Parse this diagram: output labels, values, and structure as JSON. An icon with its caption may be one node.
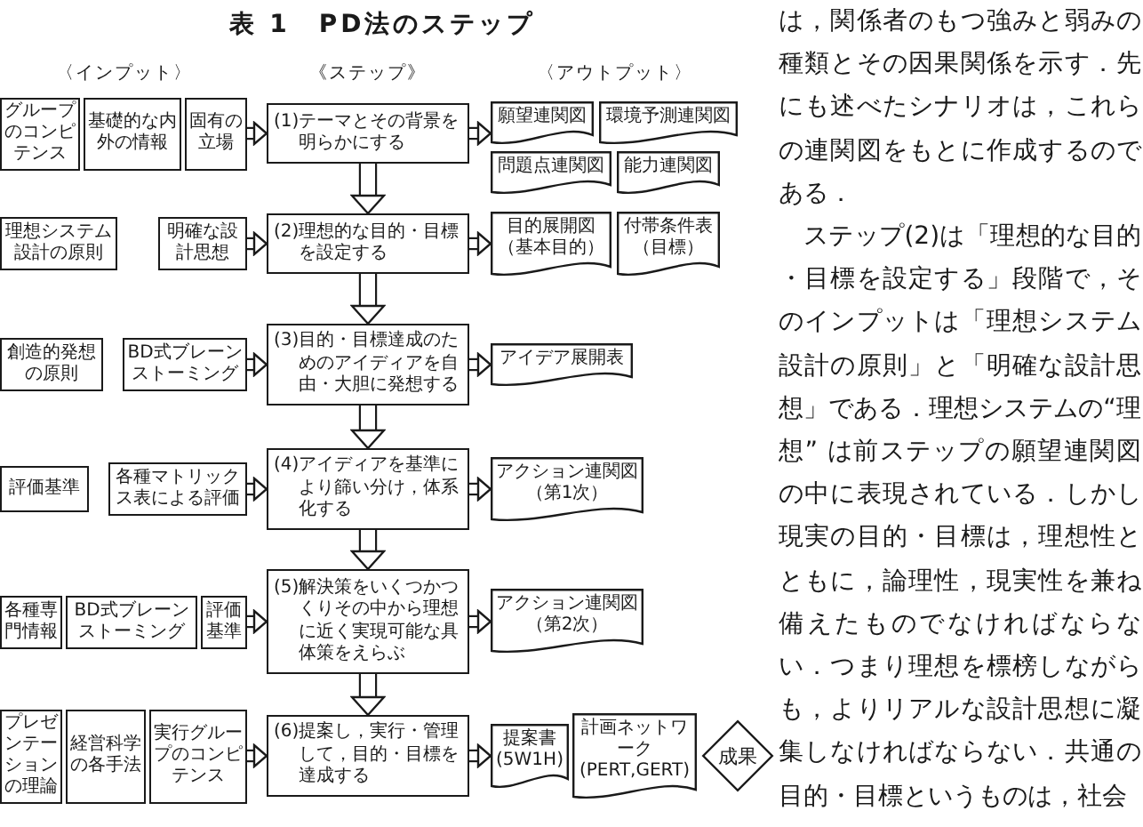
{
  "diagram": {
    "title": "表 1　PD法のステップ",
    "nodes": [
      {
        "text": [
          "グループのコンピテンス"
        ]
      },
      {
        "text": [
          "基礎的な内外の情報"
        ]
      },
      {
        "text": [
          "固有の立場"
        ]
      },
      {
        "text": [
          "(1)テーマとその背景を明らかにする"
        ]
      },
      {
        "text": [
          "願望連関図"
        ]
      },
      {
        "text": [
          "環境予測連関図"
        ]
      },
      {
        "text": [
          "問題点連関図"
        ]
      },
      {
        "text": [
          "能力連関図"
        ]
      },
      {
        "text": [
          "理想システム設計の原則"
        ]
      },
      {
        "text": [
          "明確な設計思想"
        ]
      },
      {
        "text": [
          "(2)理想的な目的・目標を設定する"
        ]
      },
      {
        "text": [
          "目的展開図（基本目的）"
        ]
      },
      {
        "text": [
          "付帯条件表（目標）"
        ]
      },
      {
        "text": [
          "創造的発想の原則"
        ]
      },
      {
        "text": [
          "BD式ブレーンストーミング"
        ]
      },
      {
        "text": [
          "(3)目的・目標達成のためのアイディアを自由・大胆に発想する"
        ]
      },
      {
        "text": [
          "アイデア展開表"
        ]
      },
      {
        "text": [
          "評価基準"
        ]
      },
      {
        "text": [
          "各種マトリックス表による評価"
        ]
      },
      {
        "text": [
          "(4)アイディアを基準により篩い分け，体系化する"
        ]
      },
      {
        "text": [
          "アクション連関図（第1次）"
        ]
      },
      {
        "text": [
          "各種専門情報"
        ]
      },
      {
        "text": [
          "BD式ブレーンストーミング"
        ]
      },
      {
        "text": [
          "評価基準"
        ]
      },
      {
        "text": [
          "(5)解決策をいくつかつくりその中から理想に近く実現可能な具体策をえらぶ"
        ]
      },
      {
        "text": [
          "アクション連関図（第2次）"
        ]
      },
      {
        "text": [
          "プレゼンテーションの理論"
        ]
      },
      {
        "text": [
          "経営科学の各手法"
        ]
      },
      {
        "text": [
          "実行グループのコンピテンス"
        ]
      },
      {
        "text": [
          "(6)提案し，実行・管理して，目的・目標を達成する"
        ]
      },
      {
        "text": [
          "提案書(5W1H)"
        ]
      },
      {
        "text": [
          "計画ネットワーク(PERT,GERT)"
        ]
      },
      {
        "text": [
          "成果"
        ]
      }
    ],
    "edges": [
      {
        "from": 2,
        "to": 3,
        "arrow": "to"
      },
      {
        "from": 3,
        "to": 4,
        "arrow": "to"
      },
      {
        "from": 3,
        "to": 10,
        "arrow": "to"
      },
      {
        "from": 9,
        "to": 10,
        "arrow": "to"
      },
      {
        "from": 10,
        "to": 11,
        "arrow": "to"
      },
      {
        "from": 10,
        "to": 15,
        "arrow": "to"
      },
      {
        "from": 14,
        "to": 15,
        "arrow": "to"
      },
      {
        "from": 15,
        "to": 16,
        "arrow": "to"
      },
      {
        "from": 15,
        "to": 19,
        "arrow": "to"
      },
      {
        "from": 18,
        "to": 19,
        "arrow": "to"
      },
      {
        "from": 19,
        "to": 20,
        "arrow": "to"
      },
      {
        "from": 19,
        "to": 24,
        "arrow": "to"
      },
      {
        "from": 23,
        "to": 24,
        "arrow": "to"
      },
      {
        "from": 24,
        "to": 25,
        "arrow": "to"
      },
      {
        "from": 24,
        "to": 29,
        "arrow": "to"
      },
      {
        "from": 28,
        "to": 29,
        "arrow": "to"
      },
      {
        "from": 29,
        "to": 30,
        "arrow": "to"
      }
    ],
    "labels": [
      "〈インプット〉",
      "《ステップ》",
      "〈アウトプット〉",
      "は，関係者のもつ強みと弱みの種類とその因果関係を示す．先にも述べたシナリオは，これらの連関図をもとに作成するのである．",
      "ステップ(2)は「理想的な目的・目標を設定する」段階で，そのインプットは「理想システム設計の原則」と「明確な設計思想」である．理想システムの“理想” は前ステップの願望連関図の中に表現されている．しかし現実の目的・目標は，理想性とともに，論理性，現実性を兼ね備えたものでなければならない．つまり理想を標榜しながらも，よりリアルな設計思想に凝集しなければならない．共通の目的・目標というものは，社会"
    ]
  }
}
